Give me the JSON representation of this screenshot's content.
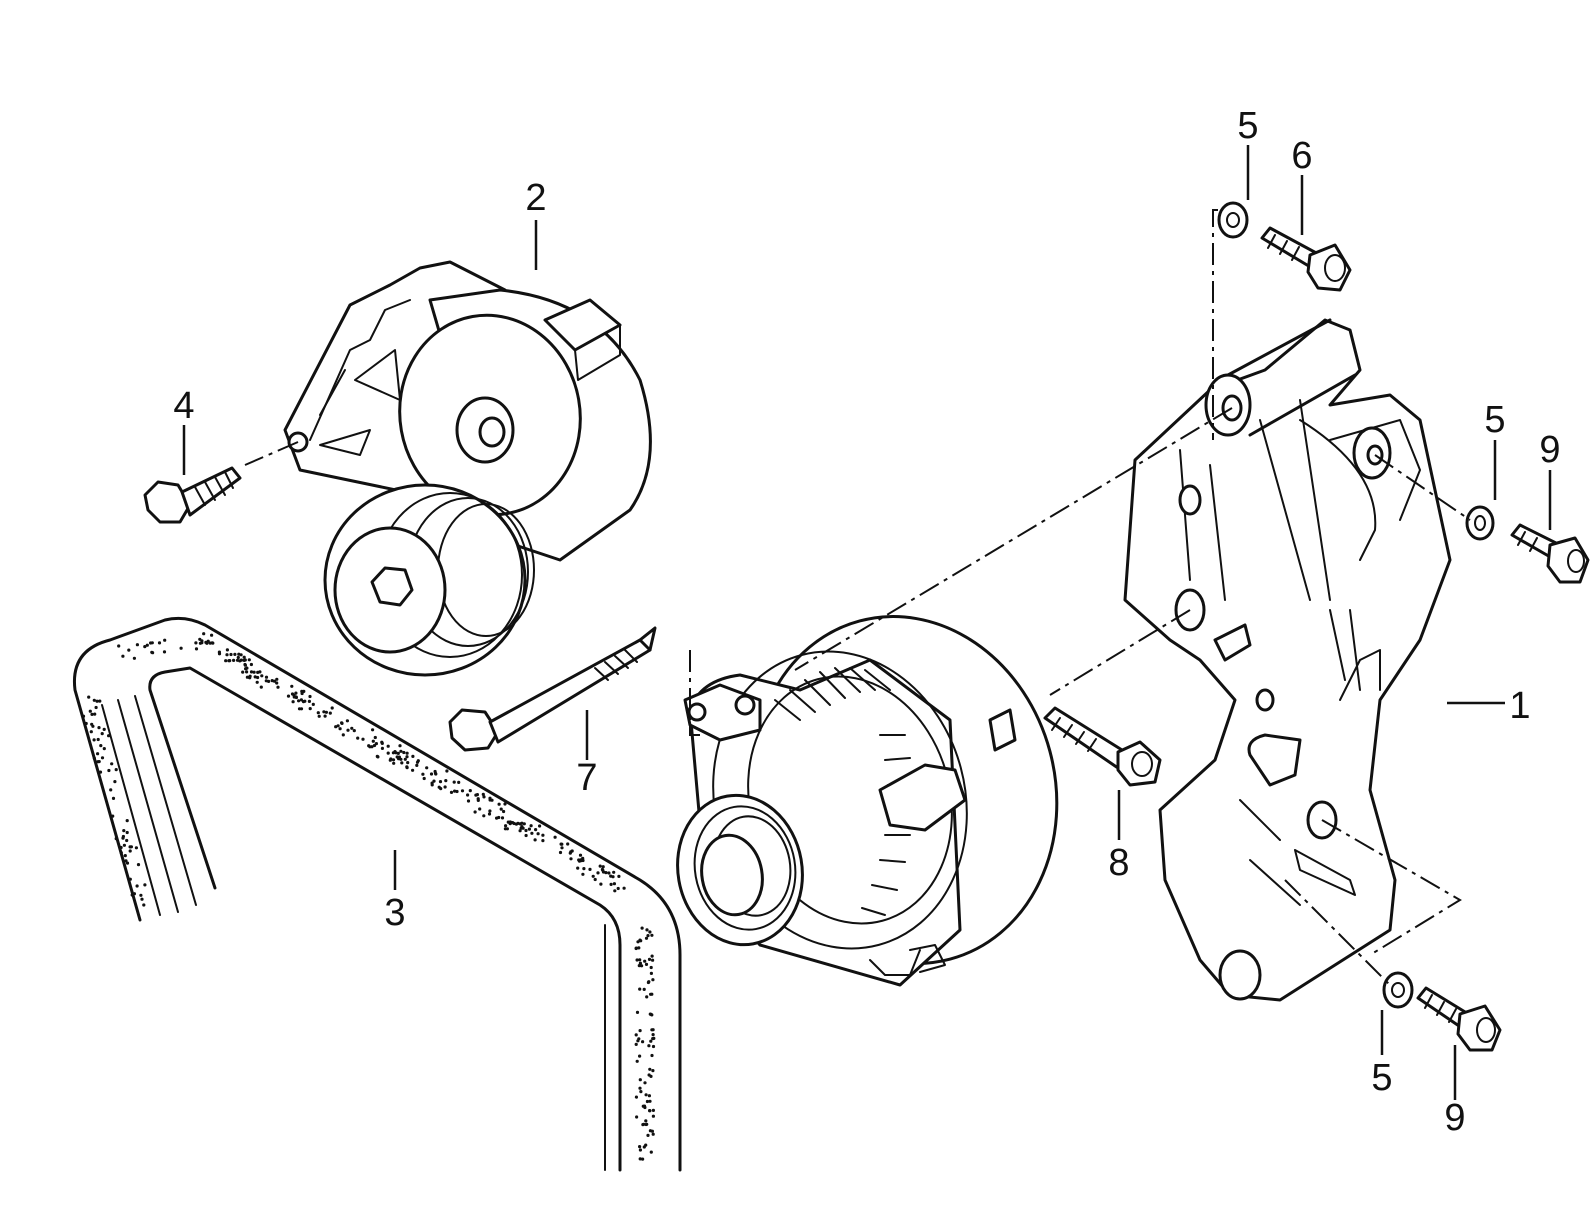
{
  "callouts": [
    {
      "id": "c1",
      "label": "1"
    },
    {
      "id": "c2",
      "label": "2"
    },
    {
      "id": "c3",
      "label": "3"
    },
    {
      "id": "c4",
      "label": "4"
    },
    {
      "id": "c5a",
      "label": "5"
    },
    {
      "id": "c5b",
      "label": "5"
    },
    {
      "id": "c5c",
      "label": "5"
    },
    {
      "id": "c6",
      "label": "6"
    },
    {
      "id": "c7",
      "label": "7"
    },
    {
      "id": "c8",
      "label": "8"
    },
    {
      "id": "c9a",
      "label": "9"
    },
    {
      "id": "c9b",
      "label": "9"
    }
  ]
}
